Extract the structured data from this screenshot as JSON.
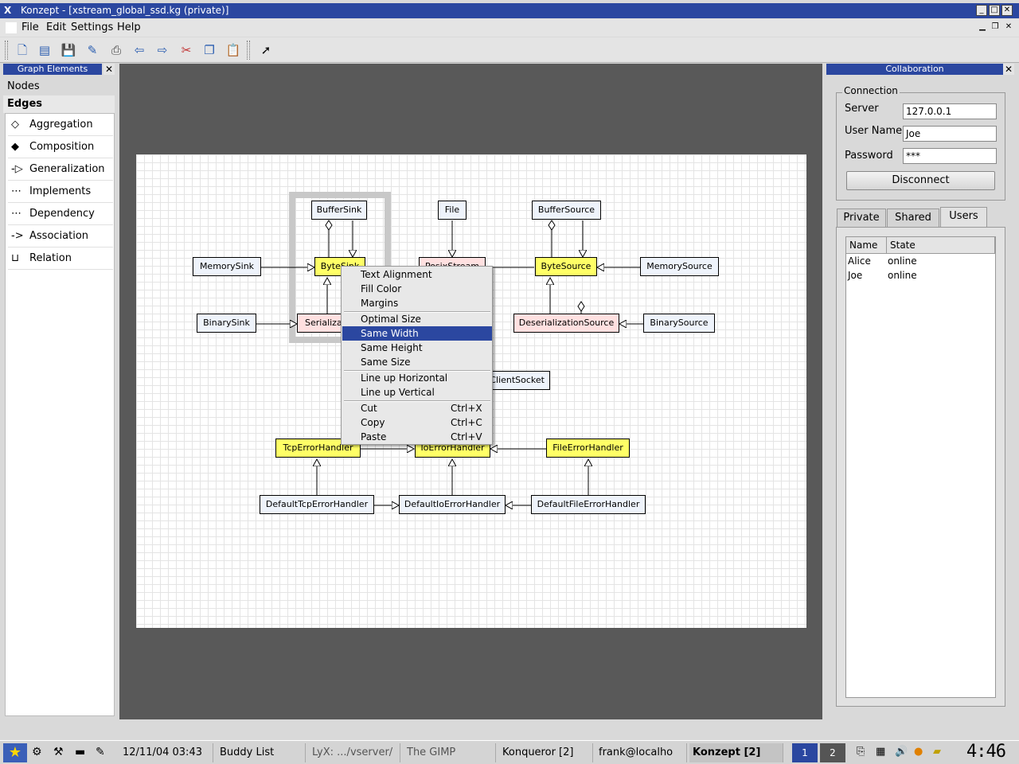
{
  "window": {
    "title": "Konzept - [xstream_global_ssd.kg (private)]"
  },
  "menubar": {
    "file": "File",
    "edit": "Edit",
    "settings": "Settings",
    "help": "Help"
  },
  "toolbar": {
    "icons": [
      "new-icon",
      "open-icon",
      "save-icon",
      "edit-icon",
      "print-icon",
      "back-icon",
      "forward-icon",
      "cut-icon",
      "copy-icon",
      "paste-icon",
      "pointer-icon"
    ]
  },
  "left_panel": {
    "title": "Graph Elements",
    "tab_nodes": "Nodes",
    "tab_edges": "Edges",
    "edges": [
      {
        "label": "Aggregation",
        "icon": "◇"
      },
      {
        "label": "Composition",
        "icon": "◆"
      },
      {
        "label": "Generalization",
        "icon": "-▷"
      },
      {
        "label": "Implements",
        "icon": "⋯▷"
      },
      {
        "label": "Dependency",
        "icon": "⋯>"
      },
      {
        "label": "Association",
        "icon": "->"
      },
      {
        "label": "Relation",
        "icon": "⊔"
      }
    ]
  },
  "diagram": {
    "nodes": {
      "buffersink": "BufferSink",
      "file": "File",
      "buffersource": "BufferSource",
      "memorysink": "MemorySink",
      "bytesink": "ByteSink",
      "posixstream": "PosixStream",
      "bytesource": "ByteSource",
      "memorysource": "MemorySource",
      "binarysink": "BinarySink",
      "serialization": "Serializa",
      "deserializationsource": "DeserializationSource",
      "binarysource": "BinarySource",
      "clientsocket": "ClientSocket",
      "tcperrorhandler": "TcpErrorHandler",
      "ioerrorhandler": "IoErrorHandler",
      "fileerrorhandler": "FileErrorHandler",
      "defaulttcp": "DefaultTcpErrorHandler",
      "defaultio": "DefaultIoErrorHandler",
      "defaultfile": "DefaultFileErrorHandler"
    }
  },
  "context_menu": {
    "text_alignment": "Text Alignment",
    "fill_color": "Fill Color",
    "margins": "Margins",
    "optimal_size": "Optimal Size",
    "same_width": "Same Width",
    "same_height": "Same Height",
    "same_size": "Same Size",
    "line_up_horizontal": "Line up Horizontal",
    "line_up_vertical": "Line up Vertical",
    "cut": "Cut",
    "cut_sc": "Ctrl+X",
    "copy": "Copy",
    "copy_sc": "Ctrl+C",
    "paste": "Paste",
    "paste_sc": "Ctrl+V"
  },
  "collaboration": {
    "title": "Collaboration",
    "group": "Connection",
    "server_label": "Server",
    "server_value": "127.0.0.1",
    "user_label": "User Name",
    "user_value": "Joe",
    "password_label": "Password",
    "password_value": "***",
    "disconnect": "Disconnect",
    "tabs": [
      "Private",
      "Shared",
      "Users"
    ],
    "columns": [
      "Name",
      "State"
    ],
    "users": [
      {
        "name": "Alice",
        "state": "online"
      },
      {
        "name": "Joe",
        "state": "online"
      }
    ]
  },
  "taskbar": {
    "tasks": [
      "12/11/04 03:43",
      "Buddy List",
      "LyX: .../vserver/",
      "The GIMP",
      "Konqueror [2]",
      "frank@localho",
      "Konzept [2]"
    ],
    "desktops": [
      "1",
      "2"
    ],
    "clock": "4:46"
  }
}
